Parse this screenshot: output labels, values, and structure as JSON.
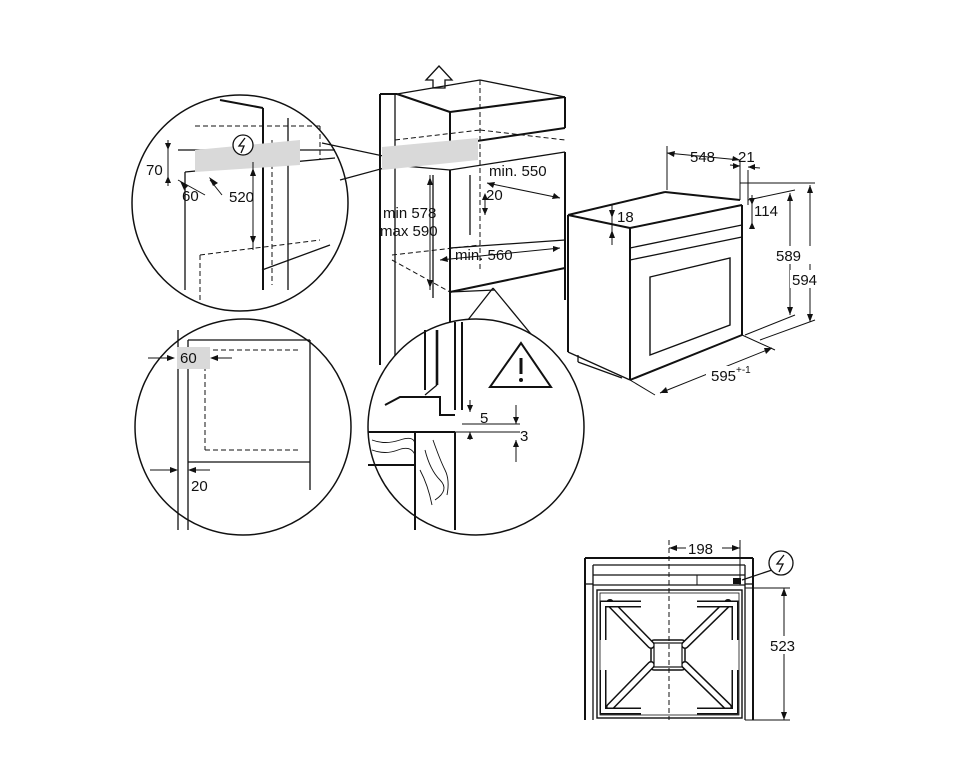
{
  "labels": {
    "top_detail_h": "70",
    "top_detail_d": "60",
    "top_detail_depth": "520",
    "side_detail_d": "60",
    "side_detail_gap": "20",
    "niche_min_width": "min. 550",
    "niche_gap": "20",
    "niche_min_height": "min 578",
    "niche_max_height": "max 590",
    "niche_min_depth": "min. 560",
    "rail_gap": "5",
    "rail_step": "3",
    "oven_depth": "548",
    "oven_front": "21",
    "oven_panel": "18",
    "oven_top": "114",
    "oven_height_inner": "589",
    "oven_height": "594",
    "oven_width": "595",
    "oven_width_tol": "+-1",
    "rear_offset": "198",
    "rear_height": "523"
  },
  "icons": {
    "upload": "up-arrow-icon",
    "electric": "electric-hazard-icon",
    "warning": "warning-triangle-icon"
  }
}
